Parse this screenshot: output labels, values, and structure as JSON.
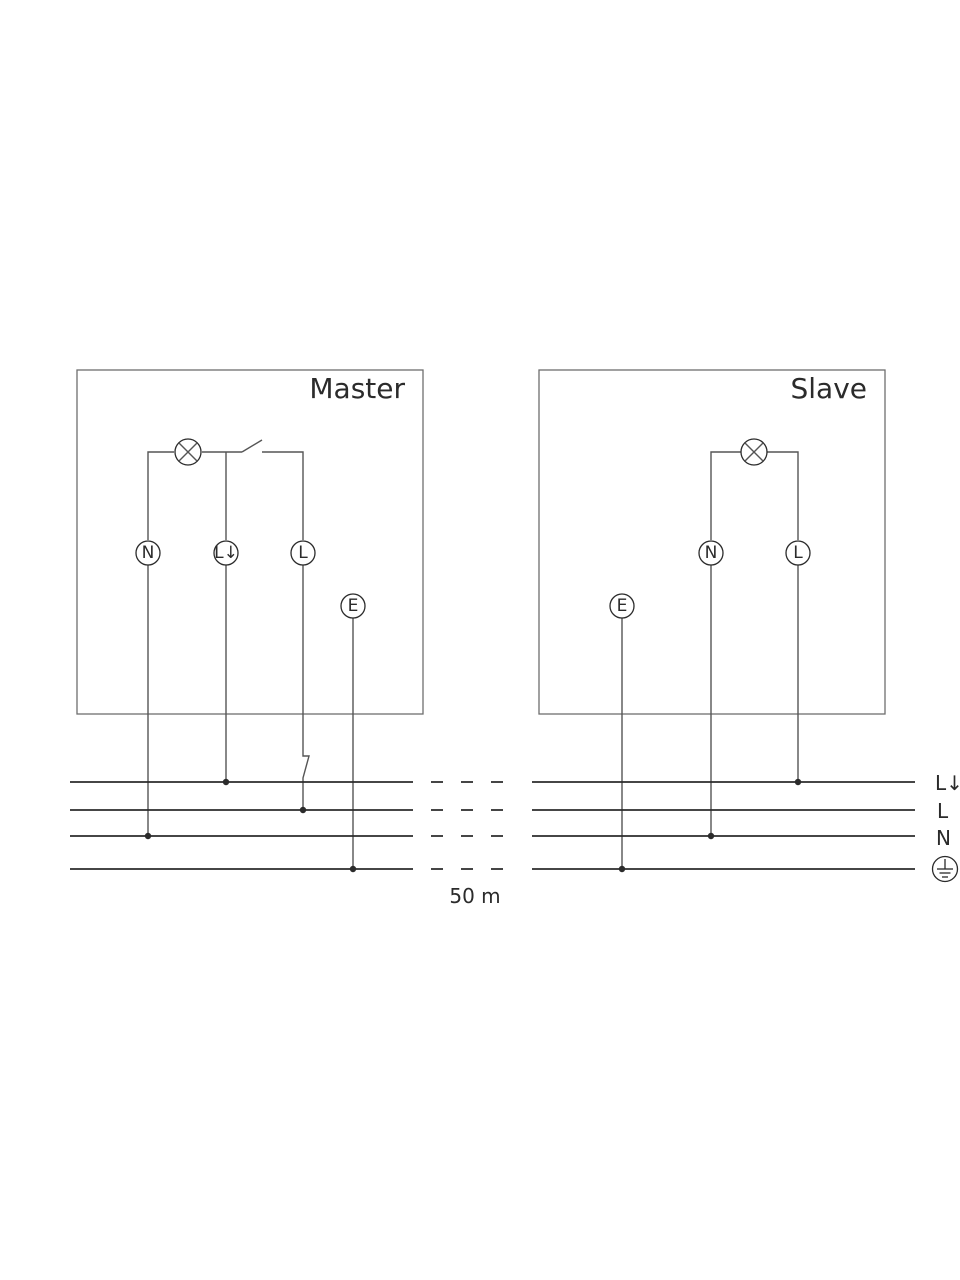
{
  "master": {
    "title": "Master",
    "terminals": {
      "n": "N",
      "ld": "L↓",
      "l": "L",
      "e": "E"
    }
  },
  "slave": {
    "title": "Slave",
    "terminals": {
      "e": "E",
      "n": "N",
      "l": "L"
    }
  },
  "bus": {
    "labels": {
      "ld": "L↓",
      "l": "L",
      "n": "N"
    },
    "earth_symbol": "earth-ground-icon",
    "distance_label": "50 m"
  }
}
